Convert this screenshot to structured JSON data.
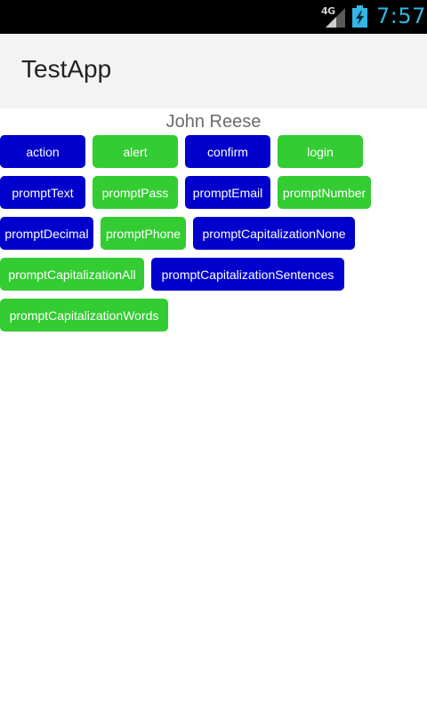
{
  "status_bar": {
    "network_label": "4G",
    "time": "7:57",
    "signal_icon": "signal-icon",
    "battery_icon": "battery-charging-icon",
    "clock_color": "#33b5e5"
  },
  "action_bar": {
    "title": "TestApp"
  },
  "user": {
    "name": "John Reese"
  },
  "buttons": {
    "action": "action",
    "alert": "alert",
    "confirm": "confirm",
    "login": "login",
    "promptText": "promptText",
    "promptPass": "promptPass",
    "promptEmail": "promptEmail",
    "promptNumber": "promptNumber",
    "promptDecimal": "promptDecimal",
    "promptPhone": "promptPhone",
    "promptCapitalizationNone": "promptCapitalizationNone",
    "promptCapitalizationAll": "promptCapitalizationAll",
    "promptCapitalizationSentences": "promptCapitalizationSentences",
    "promptCapitalizationWords": "promptCapitalizationWords"
  },
  "colors": {
    "blue": "#0000cc",
    "green": "#33cc33"
  }
}
